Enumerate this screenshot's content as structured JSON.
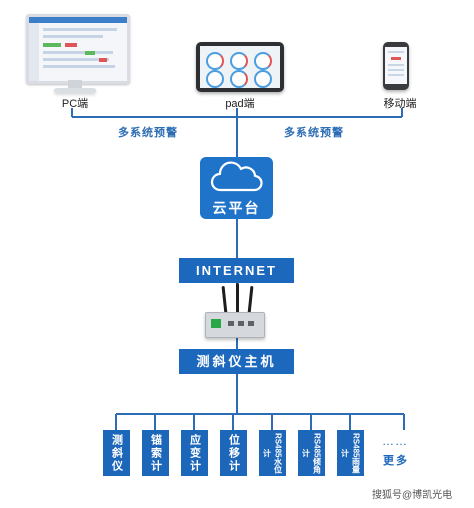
{
  "devices": {
    "pc_label": "PC端",
    "pad_label": "pad端",
    "mobile_label": "移动端"
  },
  "warnings": {
    "left": "多系统预警",
    "right": "多系统预警"
  },
  "cloud": {
    "label": "云平台"
  },
  "internet": {
    "label": "INTERNET"
  },
  "host": {
    "label": "测斜仪主机"
  },
  "sensors": [
    {
      "label": "测斜仪"
    },
    {
      "label": "锚索计"
    },
    {
      "label": "应变计"
    },
    {
      "label": "位移计"
    },
    {
      "label": "RS485水位计"
    },
    {
      "label": "RS485倾角计"
    },
    {
      "label": "RS485雨量计"
    }
  ],
  "more": {
    "dots": "……",
    "label": "更多"
  },
  "watermark": "搜狐号@博凯光电",
  "colors": {
    "primary_blue": "#1c68bd",
    "line_blue": "#2d6db5",
    "text_blue": "#2d6db5"
  }
}
